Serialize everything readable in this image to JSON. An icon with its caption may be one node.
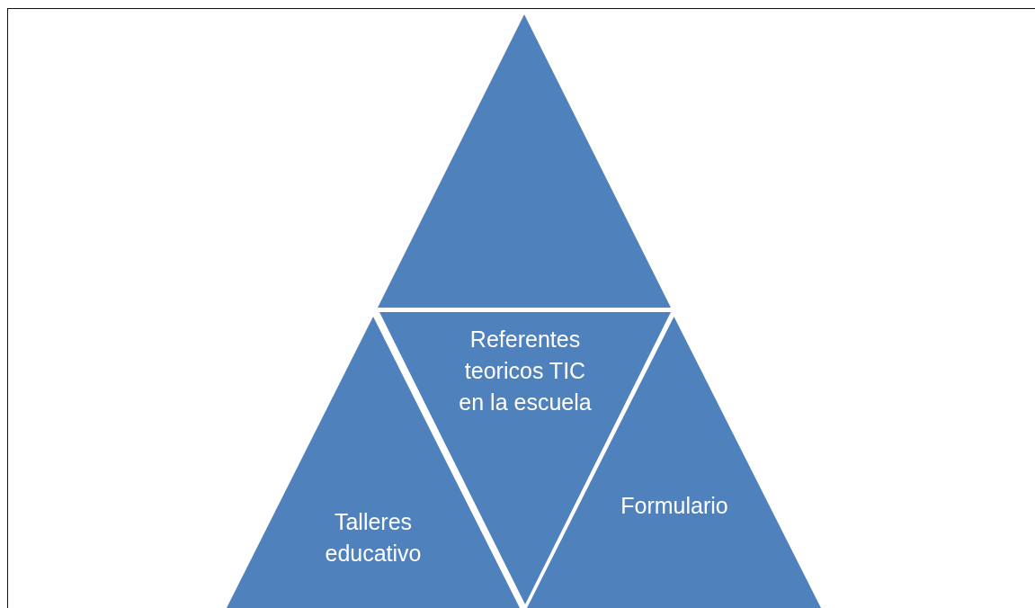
{
  "diagram": {
    "nodes": [
      {
        "text": [],
        "shape": "triangle"
      },
      {
        "text": [
          "Referentes teoricos TIC en la escuela"
        ]
      },
      {
        "text": [
          "Talleres educativo"
        ]
      },
      {
        "text": [
          "Formulario"
        ]
      }
    ]
  }
}
